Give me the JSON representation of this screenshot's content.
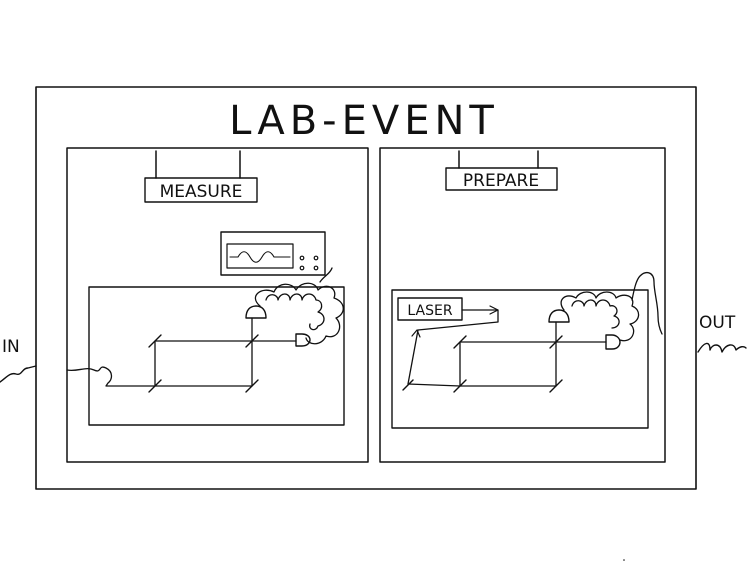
{
  "title": "LAB-EVENT",
  "panels": {
    "measure": {
      "label": "MEASURE"
    },
    "prepare": {
      "label": "PREPARE",
      "laser_label": "LASER"
    }
  },
  "ports": {
    "in_label": "IN",
    "out_label": "OUT"
  },
  "colors": {
    "ink": "#111111",
    "background": "#ffffff"
  }
}
